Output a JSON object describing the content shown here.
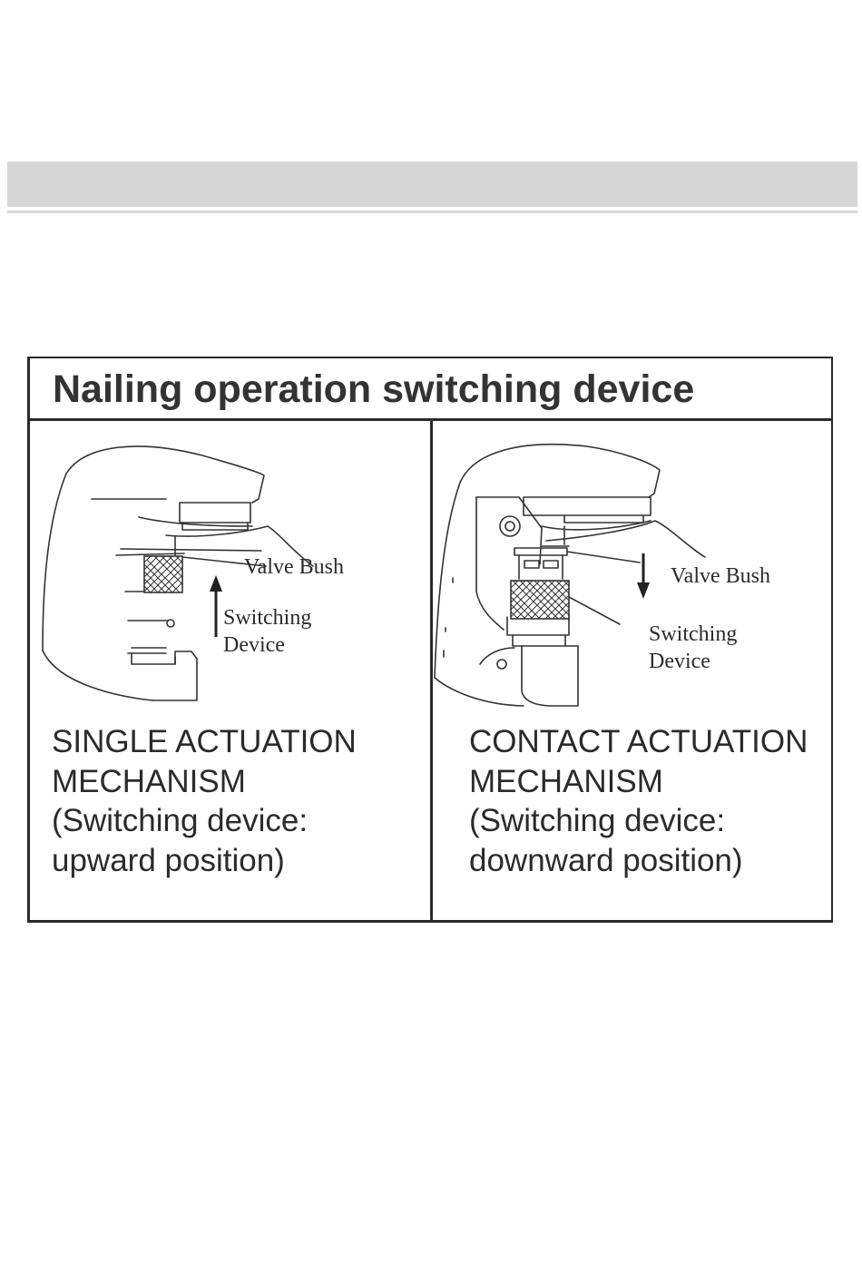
{
  "section_header": {
    "band_color": "#d6d6d6"
  },
  "panel": {
    "title": "Nailing operation switching device",
    "single": {
      "labels": {
        "valve_bush": "Valve Bush",
        "switching_line1": "Switching",
        "switching_line2": "Device"
      },
      "arrow_direction": "up",
      "caption": {
        "line1": "SINGLE ACTUATION",
        "line2": "MECHANISM",
        "line3": "(Switching device:",
        "line4": "upward position)"
      }
    },
    "contact": {
      "labels": {
        "valve_bush": "Valve Bush",
        "switching_line1": "Switching",
        "switching_line2": "Device"
      },
      "arrow_direction": "down",
      "caption": {
        "line1": "CONTACT ACTUATION",
        "line2": "MECHANISM",
        "line3": "(Switching device:",
        "line4": "downward position)"
      }
    }
  }
}
